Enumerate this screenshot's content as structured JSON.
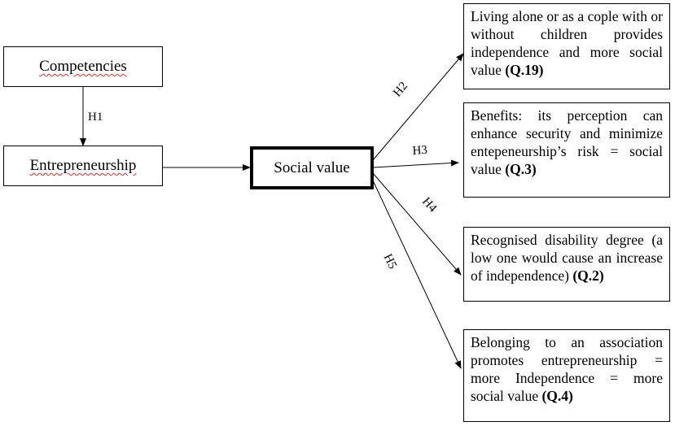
{
  "nodes": {
    "competencies": "Competencies",
    "entrepreneurship": "Entrepreneurship",
    "social_value": "Social value"
  },
  "edges": {
    "h1": "H1",
    "h2": "H2",
    "h3": "H3",
    "h4": "H4",
    "h5": "H5"
  },
  "hypotheses": [
    {
      "text": "Living alone or as a cople with or without children provides independence and more social value",
      "ref": "(Q.19)"
    },
    {
      "text": "Benefits: its perception can enhance security and minimize entepeneurship’s risk = social value",
      "ref": "(Q.3)"
    },
    {
      "text": "Recognised disability degree (a low one would cause an increase of independence)",
      "ref": "(Q.2)"
    },
    {
      "text": "Belonging to an association promotes entrepreneurship = more Independence = more social value",
      "ref": "(Q.4)"
    }
  ]
}
